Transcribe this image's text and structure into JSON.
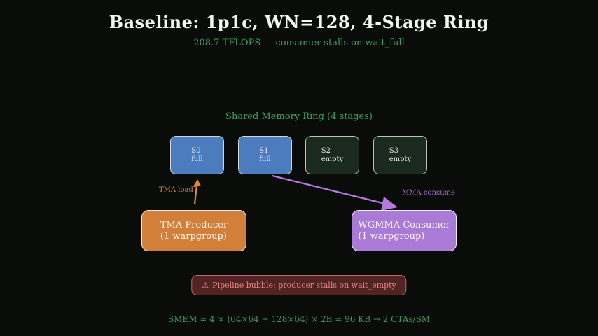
{
  "title": "Baseline: 1p1c, WN=128, 4-Stage Ring",
  "subtitle": "208.7 TFLOPS — consumer stalls on wait_full",
  "ring": {
    "label": "Shared Memory Ring (4 stages)",
    "stages": [
      {
        "name": "S0",
        "state": "full"
      },
      {
        "name": "S1",
        "state": "full"
      },
      {
        "name": "S2",
        "state": "empty"
      },
      {
        "name": "S3",
        "state": "empty"
      }
    ]
  },
  "producer": {
    "title": "TMA Producer",
    "subtitle": "(1 warpgroup)"
  },
  "consumer": {
    "title": "WGMMA Consumer",
    "subtitle": "(1 warpgroup)"
  },
  "arrows": {
    "tma_label": "TMA load",
    "mma_label": "MMA consume"
  },
  "warning": {
    "icon": "⚠",
    "text": "Pipeline bubble: producer stalls on wait_empty"
  },
  "footer": "SMEM ≈ 4 × (64×64 + 128×64) × 2B ≈ 96 KB → 2 CTAs/SM",
  "colors": {
    "background": "#0a0c0a",
    "title_text": "#f4f4f4",
    "green_text": "#3ea25e",
    "stage_full_fill": "#4b7dbe",
    "stage_empty_fill": "#1a2a1e",
    "producer_fill": "#d28039",
    "consumer_fill": "#aa7ad7",
    "tma_arrow": "#e08a30",
    "mma_arrow": "#b57ae0",
    "warning_bg": "#522323",
    "warning_border": "#bd6868",
    "warning_text": "#e58383"
  }
}
